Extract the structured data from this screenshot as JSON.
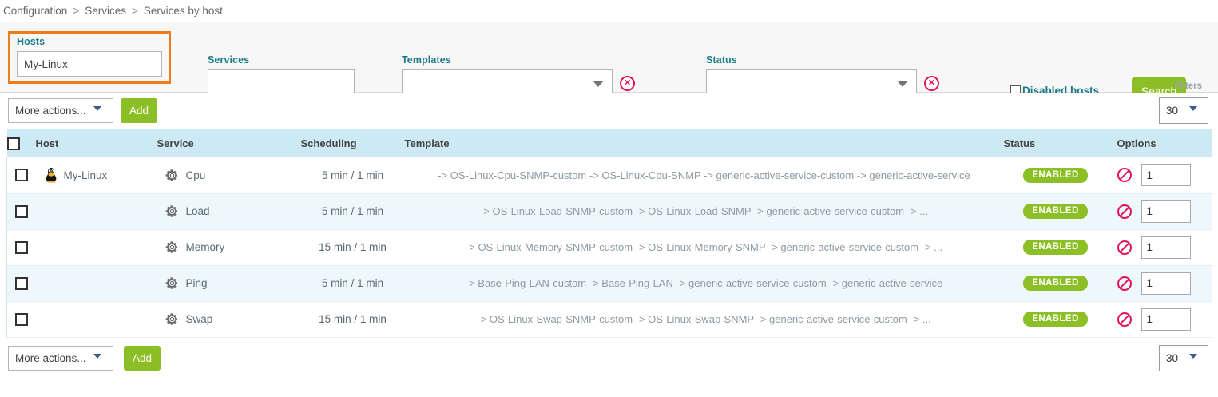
{
  "breadcrumb": {
    "items": [
      "Configuration",
      "Services",
      "Services by host"
    ],
    "separator": ">"
  },
  "filters": {
    "hosts": {
      "label": "Hosts",
      "value": "My-Linux",
      "placeholder": ""
    },
    "services": {
      "label": "Services",
      "value": "",
      "placeholder": ""
    },
    "templates": {
      "label": "Templates",
      "value": "",
      "clear_icon": "clear-circle-icon"
    },
    "status": {
      "label": "Status",
      "value": "",
      "clear_icon": "clear-circle-icon"
    },
    "disabled_hosts": {
      "label": "Disabled hosts",
      "checked": false
    },
    "search_label": "Search",
    "filters_tag": "Filters",
    "highlight_color": "#ef7c1a",
    "label_color": "#1a7b88",
    "accent_green": "#8cbf26",
    "accent_red": "#e3125c"
  },
  "toolbar_top": {
    "more_actions_label": "More actions...",
    "add_label": "Add",
    "page_size": "30"
  },
  "toolbar_bottom": {
    "more_actions_label": "More actions...",
    "add_label": "Add",
    "page_size": "30"
  },
  "table": {
    "select_all_checkbox": false,
    "columns": [
      "Host",
      "Service",
      "Scheduling",
      "Template",
      "Status",
      "Options"
    ],
    "rows": [
      {
        "checked": false,
        "host": "My-Linux",
        "host_icon": "tux-linux-icon",
        "service": "Cpu",
        "service_icon": "gear-icon",
        "scheduling": "5 min / 1 min",
        "template": "-> OS-Linux-Cpu-SNMP-custom -> OS-Linux-Cpu-SNMP -> generic-active-service-custom -> generic-active-service",
        "status": "ENABLED",
        "qty": "1"
      },
      {
        "checked": false,
        "host": "",
        "host_icon": "",
        "service": "Load",
        "service_icon": "gear-icon",
        "scheduling": "5 min / 1 min",
        "template": "-> OS-Linux-Load-SNMP-custom -> OS-Linux-Load-SNMP -> generic-active-service-custom -> ...",
        "status": "ENABLED",
        "qty": "1"
      },
      {
        "checked": false,
        "host": "",
        "host_icon": "",
        "service": "Memory",
        "service_icon": "gear-icon",
        "scheduling": "15 min / 1 min",
        "template": "-> OS-Linux-Memory-SNMP-custom -> OS-Linux-Memory-SNMP -> generic-active-service-custom -> ...",
        "status": "ENABLED",
        "qty": "1"
      },
      {
        "checked": false,
        "host": "",
        "host_icon": "",
        "service": "Ping",
        "service_icon": "gear-icon",
        "scheduling": "5 min / 1 min",
        "template": "-> Base-Ping-LAN-custom -> Base-Ping-LAN -> generic-active-service-custom -> generic-active-service",
        "status": "ENABLED",
        "qty": "1"
      },
      {
        "checked": false,
        "host": "",
        "host_icon": "",
        "service": "Swap",
        "service_icon": "gear-icon",
        "scheduling": "15 min / 1 min",
        "template": "-> OS-Linux-Swap-SNMP-custom -> OS-Linux-Swap-SNMP -> generic-active-service-custom -> ...",
        "status": "ENABLED",
        "qty": "1"
      }
    ]
  }
}
